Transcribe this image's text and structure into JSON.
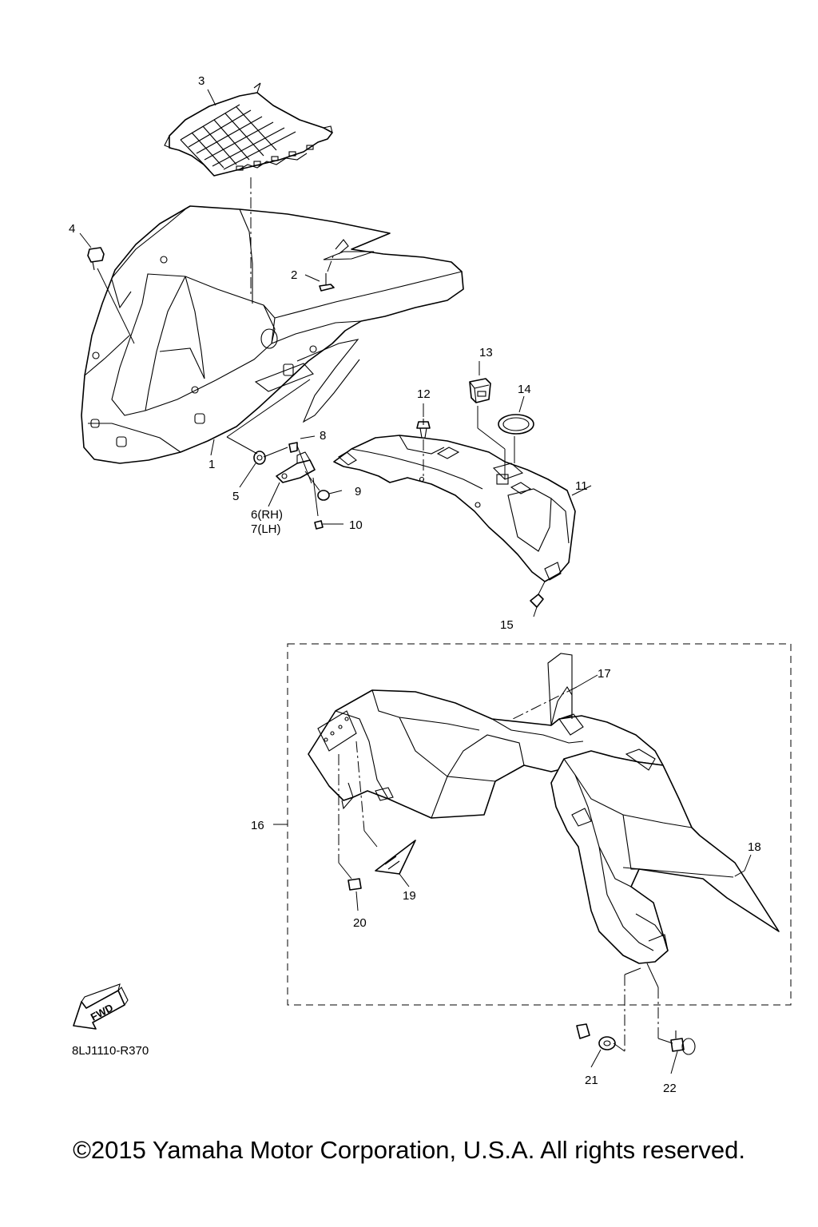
{
  "diagram": {
    "callouts": {
      "c1": "1",
      "c2": "2",
      "c3": "3",
      "c4": "4",
      "c5": "5",
      "c6": "6(RH)",
      "c7": "7(LH)",
      "c8": "8",
      "c9": "9",
      "c10": "10",
      "c11": "11",
      "c12": "12",
      "c13": "13",
      "c14": "14",
      "c15": "15",
      "c16": "16",
      "c17": "17",
      "c18": "18",
      "c19": "19",
      "c20": "20",
      "c21": "21",
      "c22": "22"
    },
    "fwd_label": "FWD",
    "drawing_code": "8LJ1110-R370",
    "copyright": "©2015 Yamaha Motor Corporation, U.S.A. All rights reserved."
  }
}
